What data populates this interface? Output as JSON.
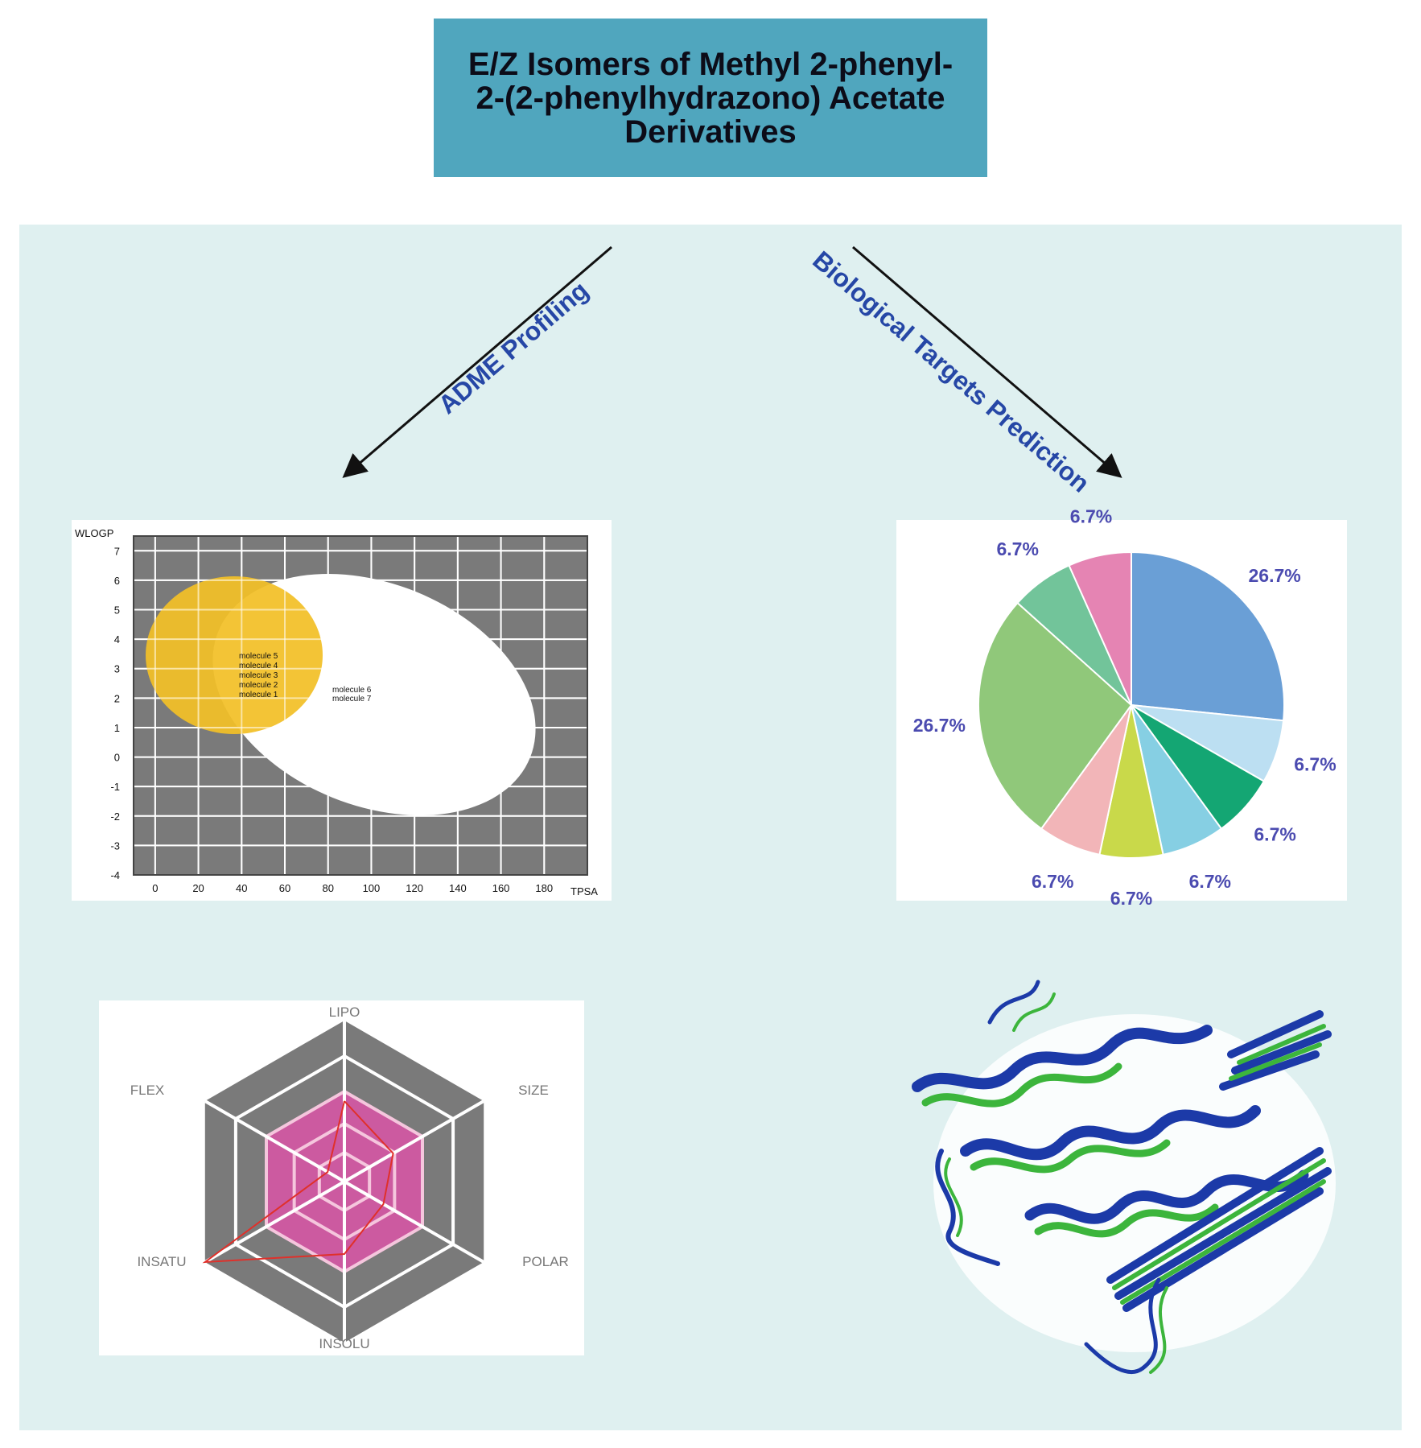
{
  "title": "E/Z Isomers of Methyl 2-phenyl-2-(2-phenylhydrazono) Acetate Derivatives",
  "branches": {
    "left": "ADME Profiling",
    "right": "Biological Targets Prediction"
  },
  "colors": {
    "title_bg": "#50a6be",
    "panel_bg": "#dff0f0",
    "arrow_label": "#2647a6",
    "radar_fill": "#cc5aa0",
    "egg_yolk": "#f2c027"
  },
  "boiled_egg": {
    "xlabel": "TPSA",
    "ylabel": "WLOGP",
    "x_ticks": [
      "0",
      "20",
      "40",
      "60",
      "80",
      "100",
      "120",
      "140",
      "160",
      "180"
    ],
    "y_ticks": [
      "7",
      "6",
      "5",
      "4",
      "3",
      "2",
      "1",
      "0",
      "-1",
      "-2",
      "-3",
      "-4"
    ],
    "xlim": [
      -10,
      200
    ],
    "ylim": [
      -4,
      7.5
    ],
    "yolk_group": [
      "molecule 5",
      "molecule 4",
      "molecule 3",
      "molecule 2",
      "molecule 1"
    ],
    "white_group": [
      "molecule 6",
      "molecule 7"
    ]
  },
  "chart_data": {
    "type": "pie",
    "slices": [
      {
        "label": "26.7%",
        "value": 26.7,
        "color": "#6a9fd6"
      },
      {
        "label": "6.7%",
        "value": 6.7,
        "color": "#bcdff2"
      },
      {
        "label": "6.7%",
        "value": 6.7,
        "color": "#14a673"
      },
      {
        "label": "6.7%",
        "value": 6.7,
        "color": "#86cfe3"
      },
      {
        "label": "6.7%",
        "value": 6.7,
        "color": "#c9d94a"
      },
      {
        "label": "6.7%",
        "value": 6.7,
        "color": "#f2b5b8"
      },
      {
        "label": "26.7%",
        "value": 26.7,
        "color": "#90c87a"
      },
      {
        "label": "6.7%",
        "value": 6.7,
        "color": "#72c49a"
      },
      {
        "label": "6.7%",
        "value": 6.7,
        "color": "#e584b3"
      }
    ]
  },
  "radar": {
    "axes": [
      "LIPO",
      "SIZE",
      "POLAR",
      "INSOLU",
      "INSATU",
      "FLEX"
    ]
  }
}
